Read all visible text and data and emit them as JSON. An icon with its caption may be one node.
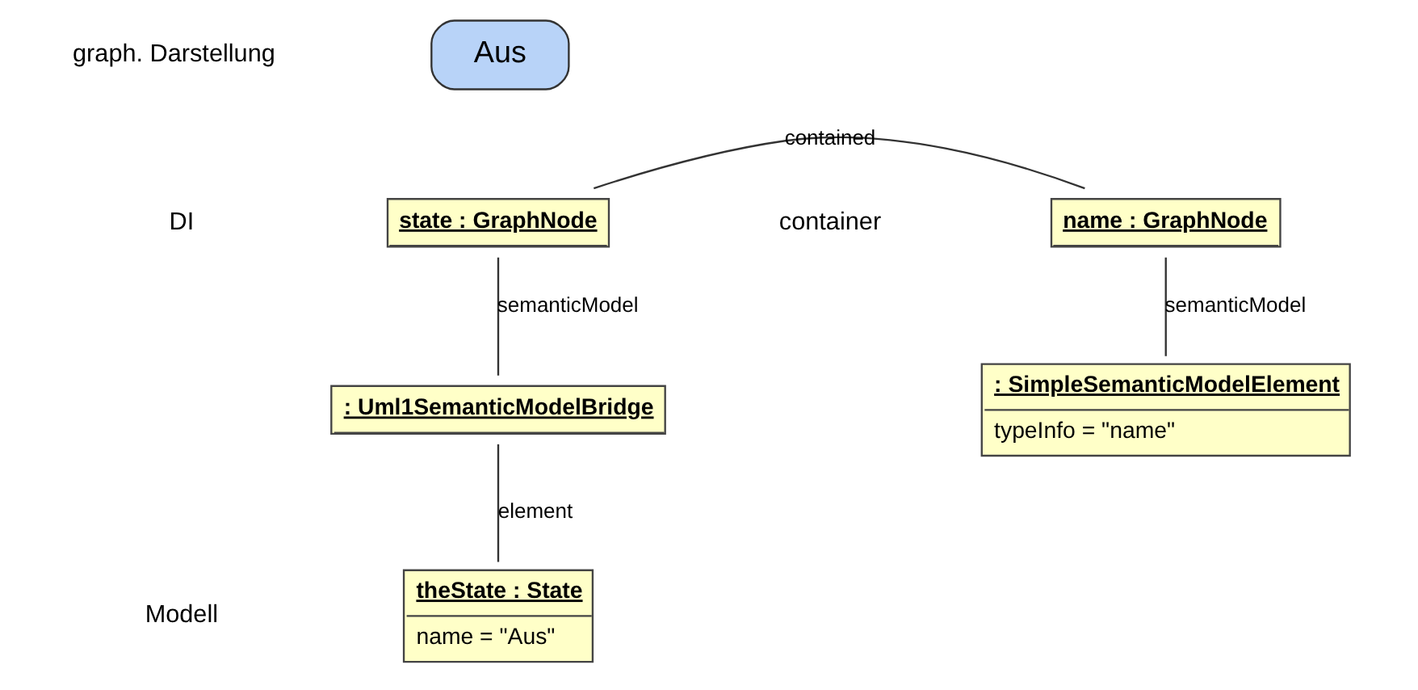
{
  "diagram": {
    "nodes": [
      {
        "text": [
          "Aus"
        ]
      },
      {
        "text": [
          "state : GraphNode"
        ]
      },
      {
        "text": [
          "name : GraphNode"
        ]
      },
      {
        "text": [
          ": Uml1SemanticModelBridge"
        ]
      },
      {
        "text": [
          ": SimpleSemanticModelElement",
          "typeInfo = \"name\""
        ]
      },
      {
        "text": [
          "theState : State",
          "name = \"Aus\""
        ]
      }
    ],
    "edges": [
      {
        "from": 1,
        "to": 2,
        "arrow": "none",
        "label": "contained"
      },
      {
        "from": 1,
        "to": 3,
        "arrow": "none",
        "label": "semanticModel"
      },
      {
        "from": 2,
        "to": 4,
        "arrow": "none",
        "label": "semanticModel"
      },
      {
        "from": 3,
        "to": 5,
        "arrow": "none",
        "label": "element"
      }
    ],
    "labels": [
      "graph. Darstellung",
      "container",
      "DI",
      "Modell"
    ]
  }
}
